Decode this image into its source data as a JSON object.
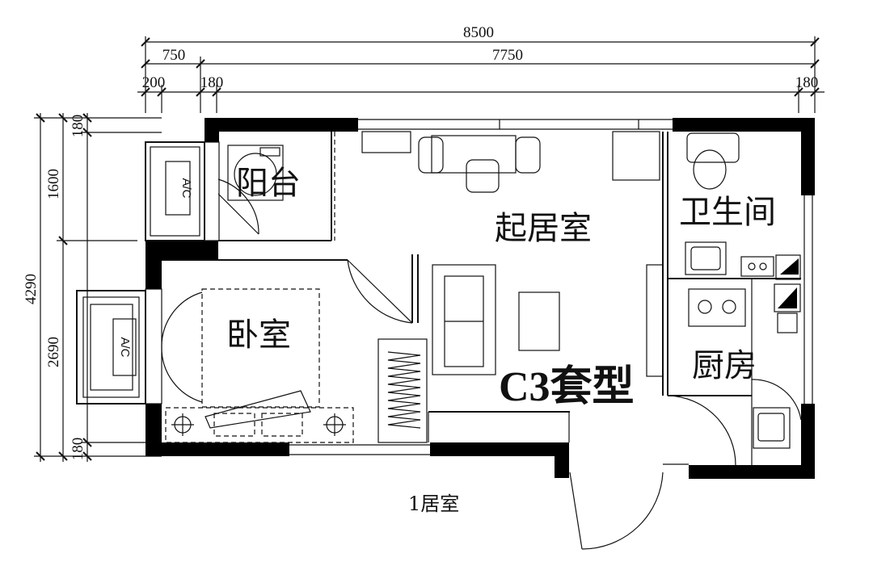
{
  "dimensions": {
    "overall_width": "8500",
    "width_left": "750",
    "width_main": "7750",
    "d_200": "200",
    "d_180_left": "180",
    "d_180_right": "180",
    "d_180_top": "180",
    "d_1600": "1600",
    "d_4290": "4290",
    "d_2690": "2690",
    "d_180_bottom": "180"
  },
  "rooms": {
    "balcony": "阳台",
    "living_room": "起居室",
    "bathroom": "卫生间",
    "bedroom": "卧室",
    "kitchen": "厨房"
  },
  "ac_label": "A/C",
  "plan_title": "C3套型",
  "plan_subtitle": "1居室"
}
